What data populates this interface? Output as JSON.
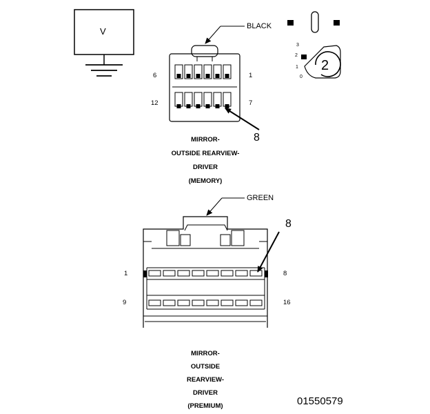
{
  "voltmeter": {
    "label": "V"
  },
  "meter_dial": {
    "setting": "2",
    "positions": [
      "3",
      "2",
      "1",
      "0"
    ]
  },
  "connector_memory": {
    "color_label": "BLACK",
    "pin_labels": {
      "top_left": "6",
      "top_right": "1",
      "bottom_left": "12",
      "bottom_right": "7"
    },
    "callout_pin": "8",
    "caption": [
      "MIRROR-",
      "OUTSIDE REARVIEW-",
      "DRIVER",
      "(MEMORY)"
    ]
  },
  "connector_premium": {
    "color_label": "GREEN",
    "pin_labels": {
      "top_left": "1",
      "top_right": "8",
      "bottom_left": "9",
      "bottom_right": "16"
    },
    "callout_pin": "8",
    "caption": [
      "MIRROR-",
      "OUTSIDE",
      "REARVIEW-",
      "DRIVER",
      "(PREMIUM)"
    ]
  },
  "figure_id": "01550579"
}
